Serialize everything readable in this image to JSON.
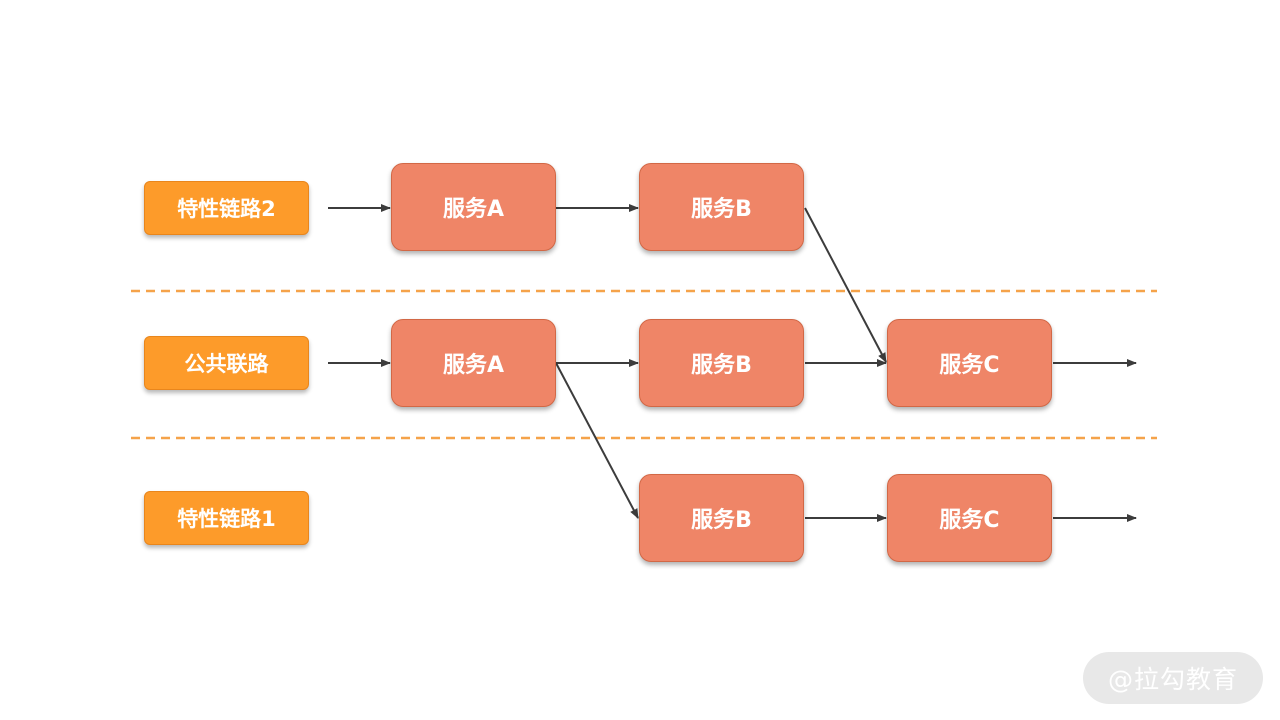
{
  "lanes": [
    {
      "label": "特性链路2"
    },
    {
      "label": "公共联路"
    },
    {
      "label": "特性链路1"
    }
  ],
  "services": [
    {
      "label": "服务A"
    },
    {
      "label": "服务B"
    },
    {
      "label": "服务A"
    },
    {
      "label": "服务B"
    },
    {
      "label": "服务C"
    },
    {
      "label": "服务B"
    },
    {
      "label": "服务C"
    }
  ],
  "colors": {
    "lane_fill": "#fd9b2a",
    "service_fill": "#ef8567",
    "divider": "#f5a34a",
    "arrow": "#3c3c3c"
  },
  "watermark": {
    "text": "@拉勾教育"
  }
}
